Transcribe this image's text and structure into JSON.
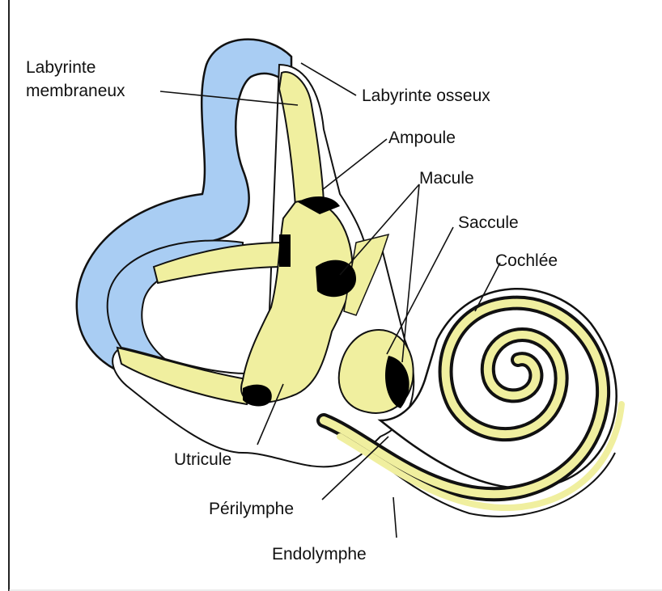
{
  "labels": {
    "labyrinte_membraneux_line1": "Labyrinte",
    "labyrinte_membraneux_line2": "membraneux",
    "labyrinte_osseux": "Labyrinte osseux",
    "ampoule": "Ampoule",
    "macule": "Macule",
    "saccule": "Saccule",
    "cochlee": "Cochlée",
    "utricule": "Utricule",
    "perilymphe": "Périlymphe",
    "endolymphe": "Endolymphe"
  },
  "colors": {
    "bony_labyrinth": "#a9cdf3",
    "membranous_labyrinth": "#f0ef9f",
    "macula_dark": "#000000",
    "outline": "#111111",
    "leader_line": "#111111"
  }
}
